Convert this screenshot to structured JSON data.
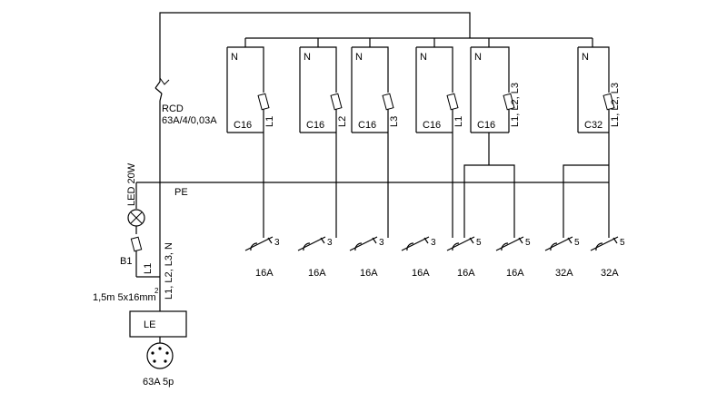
{
  "rcd": {
    "name": "RCD",
    "rating": "63A/4/0,03A"
  },
  "lamp": {
    "label": "LED 20W"
  },
  "pe_label": "PE",
  "b1": {
    "label": "B1",
    "phase": "L1"
  },
  "feed": {
    "conductors": "L1, L2, L3, N",
    "cable": "1,5m  5x16mm",
    "cable_sup": "2"
  },
  "le_label": "LE",
  "inlet_label": "63A 5p",
  "neutral_label": "N",
  "breakers": [
    {
      "rating": "C16",
      "phases": "L1"
    },
    {
      "rating": "C16",
      "phases": "L2"
    },
    {
      "rating": "C16",
      "phases": "L3"
    },
    {
      "rating": "C16",
      "phases": "L1"
    },
    {
      "rating": "C16",
      "phases": "L1, L2, L3"
    },
    {
      "rating": "C32",
      "phases": "L1, L2, L3"
    }
  ],
  "sockets": [
    {
      "poles": "3",
      "rating": "16A"
    },
    {
      "poles": "3",
      "rating": "16A"
    },
    {
      "poles": "3",
      "rating": "16A"
    },
    {
      "poles": "3",
      "rating": "16A"
    },
    {
      "poles": "5",
      "rating": "16A"
    },
    {
      "poles": "5",
      "rating": "16A"
    },
    {
      "poles": "5",
      "rating": "32A"
    },
    {
      "poles": "5",
      "rating": "32A"
    }
  ]
}
